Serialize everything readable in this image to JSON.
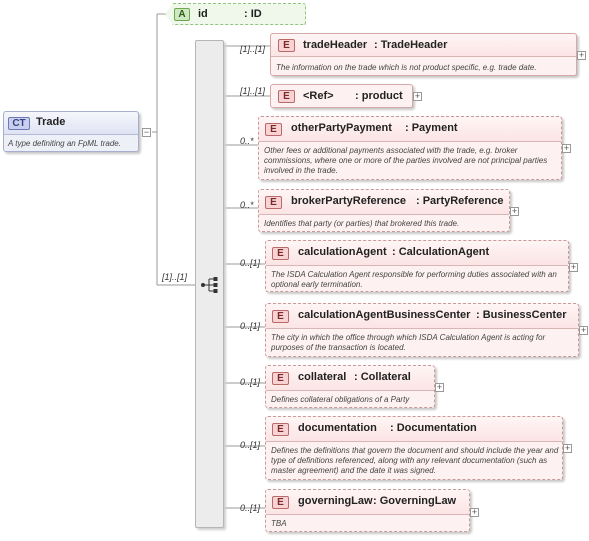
{
  "root": {
    "badge": "CT",
    "name": "Trade",
    "description": "A type definiting an FpML trade."
  },
  "attribute": {
    "badge": "A",
    "name": "id",
    "type": ": ID"
  },
  "sequence": {
    "cardinality": "[1]..[1]"
  },
  "elements": [
    {
      "badge": "E",
      "name": "tradeHeader",
      "type": ": TradeHeader",
      "cardinality": "[1]..[1]",
      "description": "The information on the trade which is not product specific, e.g. trade date."
    },
    {
      "badge": "E",
      "name": "<Ref>",
      "type": ": product",
      "cardinality": "[1]..[1]",
      "description": ""
    },
    {
      "badge": "E",
      "name": "otherPartyPayment",
      "type": ": Payment",
      "cardinality": "0..*",
      "description": "Other fees or additional payments associated with the trade, e.g. broker commissions, where one or more of the parties involved are not principal parties involved in the trade."
    },
    {
      "badge": "E",
      "name": "brokerPartyReference",
      "type": ": PartyReference",
      "cardinality": "0..*",
      "description": "Identifies that party (or parties) that brokered this trade."
    },
    {
      "badge": "E",
      "name": "calculationAgent",
      "type": ": CalculationAgent",
      "cardinality": "0..[1]",
      "description": "The ISDA Calculation Agent responsible for performing duties associated with an optional early termination."
    },
    {
      "badge": "E",
      "name": "calculationAgentBusinessCenter",
      "type": ": BusinessCenter",
      "cardinality": "0..[1]",
      "description": "The city in which the office through which ISDA Calculation Agent is acting for purposes of the transaction is located."
    },
    {
      "badge": "E",
      "name": "collateral",
      "type": ": Collateral",
      "cardinality": "0..[1]",
      "description": "Defines collateral obligations of a Party"
    },
    {
      "badge": "E",
      "name": "documentation",
      "type": ": Documentation",
      "cardinality": "0..[1]",
      "description": "Defines the definitions that govern the document and should include the year and type of definitions referenced, along with any relevant documentation (such as master agreement) and the date it was signed."
    },
    {
      "badge": "E",
      "name": "governingLaw",
      "type": ": GoverningLaw",
      "cardinality": "0..[1]",
      "description": "TBA"
    }
  ]
}
